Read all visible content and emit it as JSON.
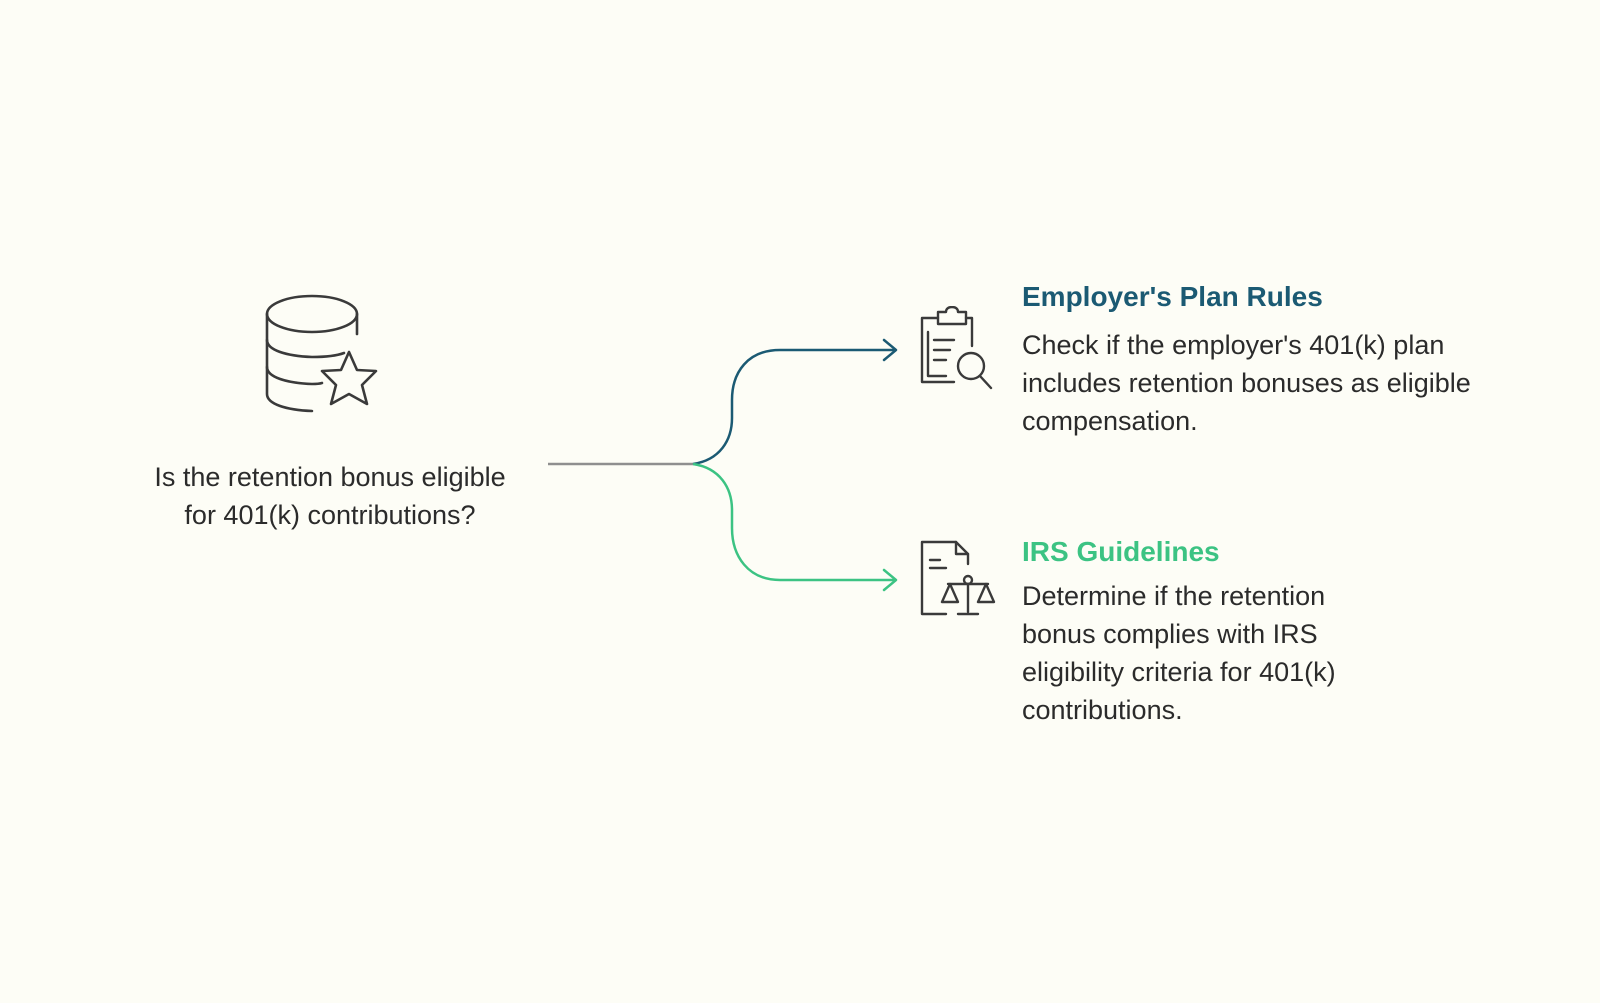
{
  "colors": {
    "background": "#fdfdf6",
    "root_line": "#8f8f8f",
    "plan_accent": "#1b5a73",
    "irs_accent": "#3cc383",
    "text": "#2b2b2b",
    "icon_stroke": "#3a3a3a"
  },
  "root": {
    "icon": "database-star-icon",
    "text": "Is the retention bonus eligible for 401(k) contributions?"
  },
  "branches": [
    {
      "icon": "clipboard-search-icon",
      "title": "Employer's Plan Rules",
      "description": "Check if the employer's 401(k) plan includes retention bonuses as eligible compensation."
    },
    {
      "icon": "document-scales-icon",
      "title": "IRS Guidelines",
      "description": "Determine if the retention bonus complies with IRS eligibility criteria for 401(k) contributions."
    }
  ]
}
